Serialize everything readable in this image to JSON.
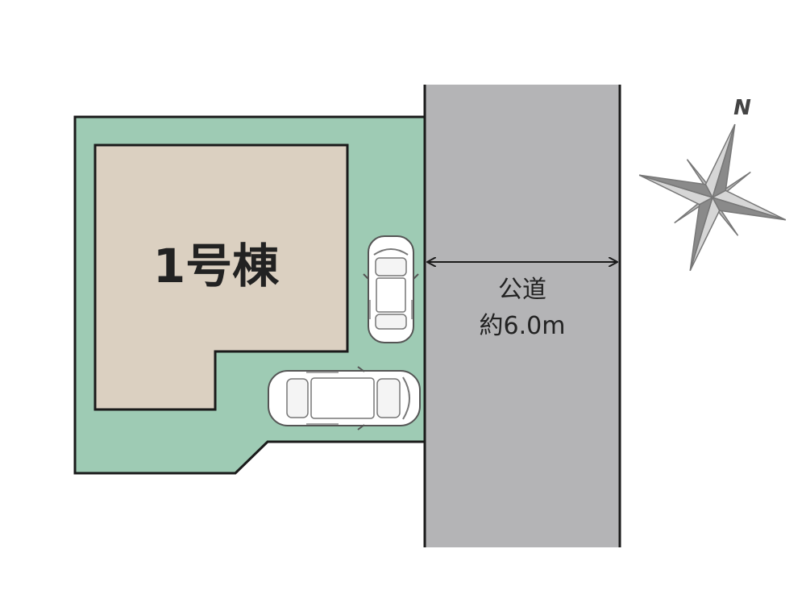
{
  "building": {
    "label": "1号棟"
  },
  "road": {
    "line1": "公道",
    "line2": "約6.0m"
  },
  "compass": {
    "north_label": "N"
  },
  "colors": {
    "lot": "#9ecbb4",
    "building": "#dbd0c1",
    "road": "#b4b4b6",
    "outline": "#1a1a1a",
    "compass": "#8a8a8a"
  }
}
